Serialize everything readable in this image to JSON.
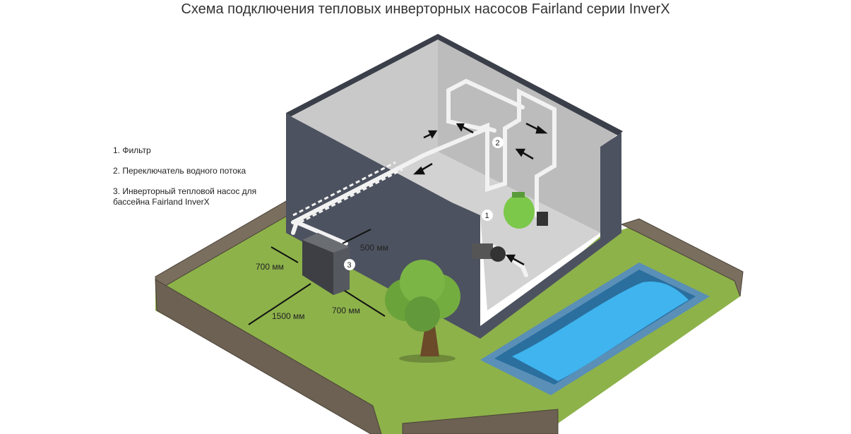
{
  "title": "Схема подключения тепловых инверторных насосов Fairland серии InverX",
  "legend": [
    "1. Фильтр",
    "2. Переключатель водного потока",
    "3. Инверторный тепловой насос для бассейна Fairland InverX"
  ],
  "dimensions": {
    "side_clearance": "700 мм",
    "wall_clearance": "500 мм",
    "front_clearance": "1500 мм",
    "tree_clearance": "700 мм"
  },
  "badges": [
    "1",
    "2",
    "3"
  ],
  "colors": {
    "grass": "#8db24a",
    "wall": "#4d5260",
    "fence": "#7a6e5e",
    "pool": "#3fb4ee",
    "tree": "#6aa33a"
  }
}
